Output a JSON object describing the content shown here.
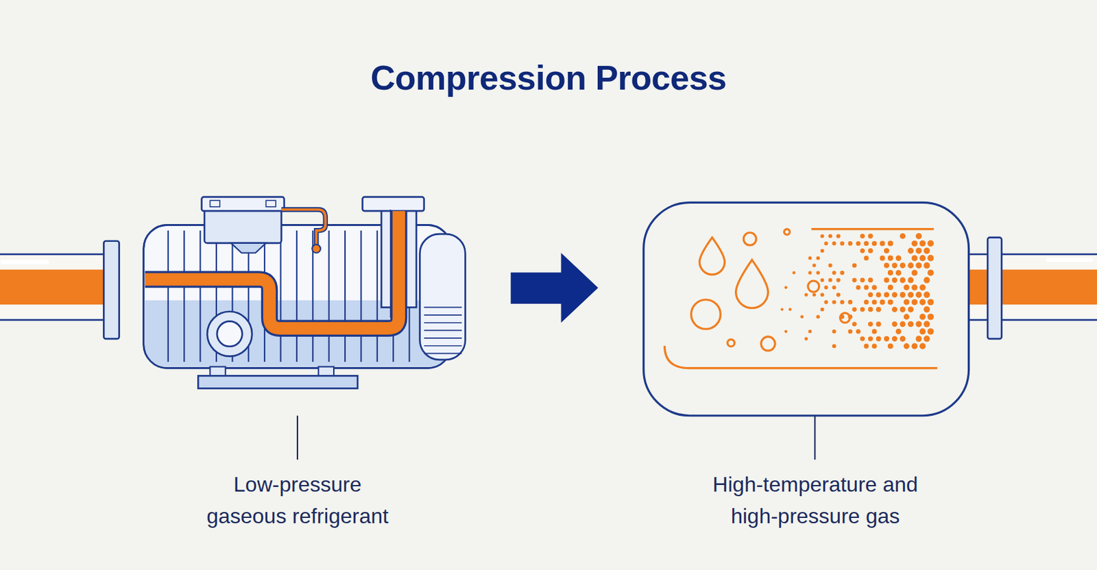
{
  "diagram": {
    "title": "Compression Process",
    "labels": [
      "Low-pressure gaseous refrigerant",
      "High-temperature and high-pressure gas"
    ]
  }
}
